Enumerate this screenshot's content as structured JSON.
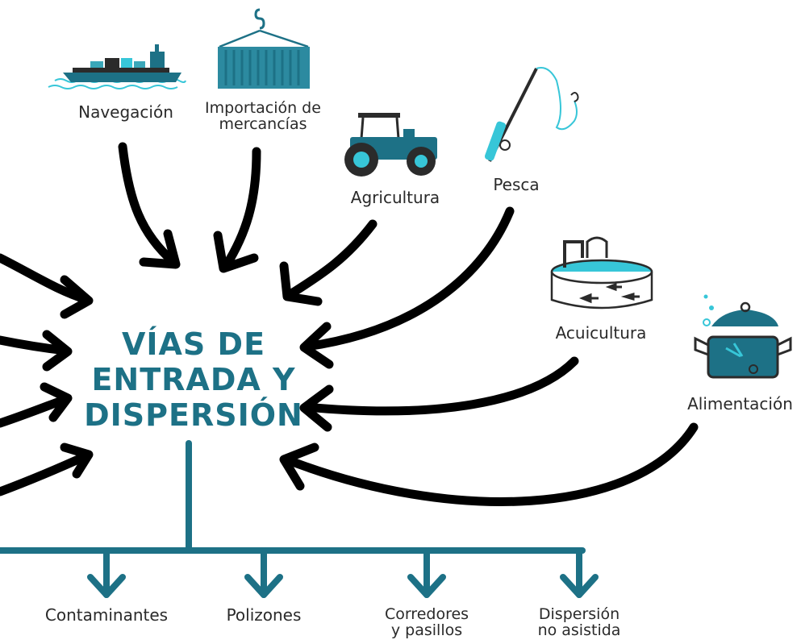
{
  "title": {
    "line1": "VÍAS DE",
    "line2": "ENTRADA Y",
    "line3": "DISPERSIÓN"
  },
  "sources": {
    "navegacion": "Navegación",
    "importacion_l1": "Importación de",
    "importacion_l2": "mercancías",
    "agricultura": "Agricultura",
    "pesca": "Pesca",
    "acuicultura": "Acuicultura",
    "alimentacion": "Alimentación"
  },
  "outputs": {
    "contaminantes": "Contaminantes",
    "polizones": "Polizones",
    "corredores_l1": "Corredores",
    "corredores_l2": "y pasillos",
    "dispersion_l1": "Dispersión",
    "dispersion_l2": "no asistida"
  },
  "colors": {
    "teal": "#1d7186",
    "teal_light": "#3aa7b9",
    "cyan": "#37c6d8",
    "dark": "#2b2b2b",
    "arrow": "#000000"
  }
}
